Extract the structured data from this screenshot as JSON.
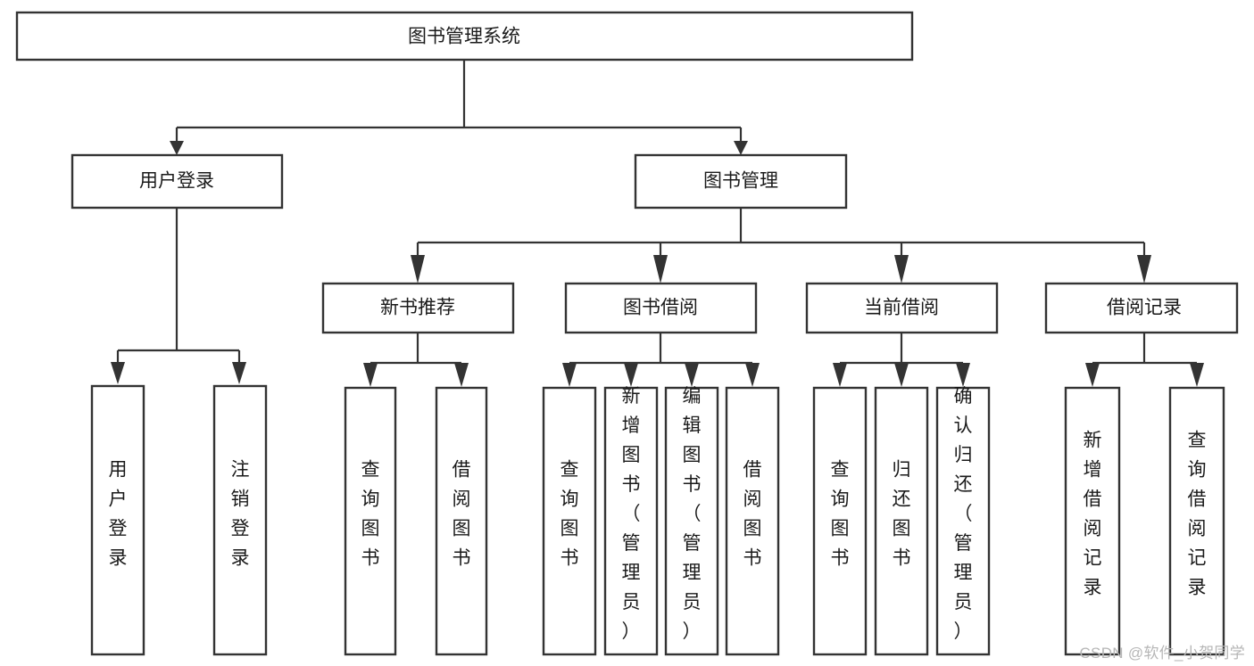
{
  "diagram": {
    "type": "tree",
    "title": "图书管理系统",
    "orientation": "top-down",
    "colors": {
      "box_stroke": "#333333",
      "box_fill": "#ffffff",
      "text": "#1a1a1a",
      "background": "#ffffff",
      "watermark": "#b6b6b6"
    },
    "levels": [
      {
        "level": 0,
        "nodes": [
          {
            "id": "root",
            "label": "图书管理系统",
            "orientation": "horizontal"
          }
        ]
      },
      {
        "level": 1,
        "nodes": [
          {
            "id": "login",
            "label": "用户登录",
            "orientation": "horizontal",
            "parent": "root"
          },
          {
            "id": "bookmgmt",
            "label": "图书管理",
            "orientation": "horizontal",
            "parent": "root"
          }
        ]
      },
      {
        "level": 2,
        "nodes": [
          {
            "id": "newbook",
            "label": "新书推荐",
            "orientation": "horizontal",
            "parent": "bookmgmt"
          },
          {
            "id": "borrow",
            "label": "图书借阅",
            "orientation": "horizontal",
            "parent": "bookmgmt"
          },
          {
            "id": "current",
            "label": "当前借阅",
            "orientation": "horizontal",
            "parent": "bookmgmt"
          },
          {
            "id": "records",
            "label": "借阅记录",
            "orientation": "horizontal",
            "parent": "bookmgmt"
          }
        ]
      },
      {
        "level": 3,
        "nodes": [
          {
            "id": "leaf-user-login",
            "label": "用户登录",
            "orientation": "vertical",
            "parent": "login"
          },
          {
            "id": "leaf-logout",
            "label": "注销登录",
            "orientation": "vertical",
            "parent": "login"
          },
          {
            "id": "leaf-query-book-1",
            "label": "查询图书",
            "orientation": "vertical",
            "parent": "newbook"
          },
          {
            "id": "leaf-borrow-book-1",
            "label": "借阅图书",
            "orientation": "vertical",
            "parent": "newbook"
          },
          {
            "id": "leaf-query-book-2",
            "label": "查询图书",
            "orientation": "vertical",
            "parent": "borrow"
          },
          {
            "id": "leaf-add-book",
            "label": "新增图书（管理员）",
            "orientation": "vertical",
            "parent": "borrow"
          },
          {
            "id": "leaf-edit-book",
            "label": "编辑图书（管理员）",
            "orientation": "vertical",
            "parent": "borrow"
          },
          {
            "id": "leaf-borrow-book-2",
            "label": "借阅图书",
            "orientation": "vertical",
            "parent": "borrow"
          },
          {
            "id": "leaf-query-book-3",
            "label": "查询图书",
            "orientation": "vertical",
            "parent": "current"
          },
          {
            "id": "leaf-return-book",
            "label": "归还图书",
            "orientation": "vertical",
            "parent": "current"
          },
          {
            "id": "leaf-confirm-return",
            "label": "确认归还（管理员）",
            "orientation": "vertical",
            "parent": "current"
          },
          {
            "id": "leaf-add-record",
            "label": "新增借阅记录",
            "orientation": "vertical",
            "parent": "records"
          },
          {
            "id": "leaf-query-record",
            "label": "查询借阅记录",
            "orientation": "vertical",
            "parent": "records"
          }
        ]
      }
    ]
  },
  "watermark": {
    "text": "CSDN @软件_小贺同学"
  }
}
